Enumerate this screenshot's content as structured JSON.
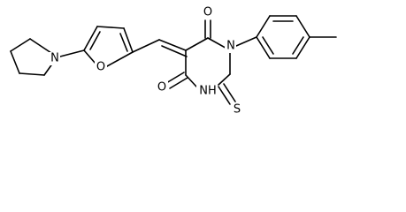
{
  "molecule": {
    "atoms": {
      "n_pyrrolidine": "N",
      "o_furan": "O",
      "o_carbonyl_top": "O",
      "n1": "N",
      "o_carbonyl_left": "O",
      "nh": "NH",
      "s_thione": "S"
    }
  }
}
